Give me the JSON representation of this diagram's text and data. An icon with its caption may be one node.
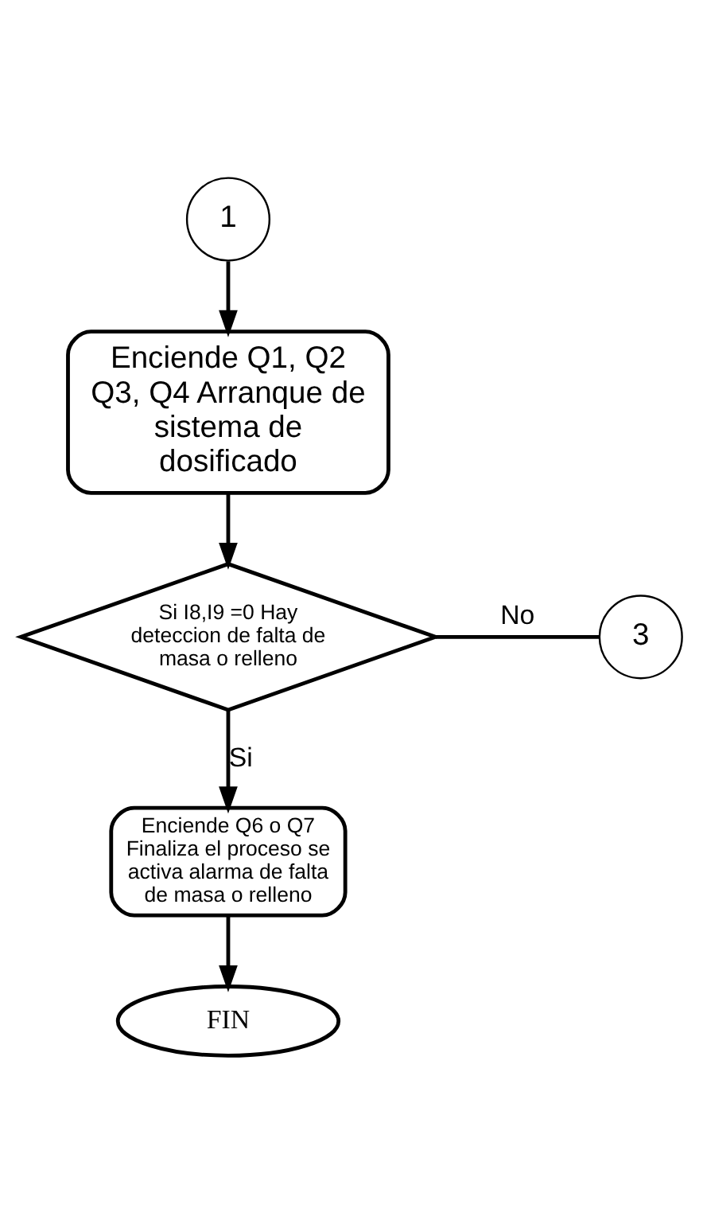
{
  "diagram": {
    "nodes": [
      {
        "text": [
          "1"
        ]
      },
      {
        "text": [
          "Enciende Q1, Q2 Q3, Q4 Arranque de sistema de dosificado"
        ]
      },
      {
        "text": [
          "Si I8,I9 =0 Hay deteccion de falta de masa o relleno"
        ]
      },
      {
        "text": [
          "3"
        ]
      },
      {
        "text": [
          "Enciende Q6 o Q7 Finaliza el proceso se activa alarma de falta de masa o relleno"
        ]
      },
      {
        "text": [
          "FIN"
        ]
      }
    ],
    "edges": [
      {
        "from": 0,
        "to": 1,
        "arrow": "to"
      },
      {
        "from": 1,
        "to": 2,
        "arrow": "to"
      },
      {
        "from": 2,
        "to": 3,
        "arrow": "none",
        "label": "No"
      },
      {
        "from": 2,
        "to": 4,
        "arrow": "to",
        "label": "Si"
      },
      {
        "from": 4,
        "to": 5,
        "arrow": "to"
      }
    ]
  }
}
